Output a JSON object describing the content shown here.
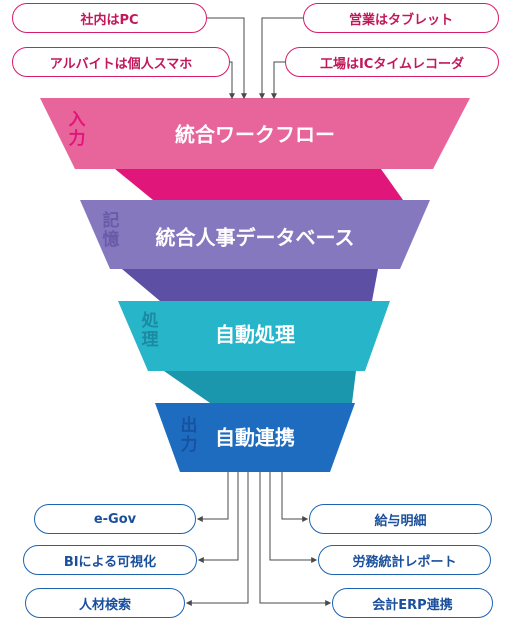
{
  "inputs": [
    "社内はPC",
    "営業はタブレット",
    "アルバイトは個人スマホ",
    "工場はICタイムレコーダ"
  ],
  "stages": [
    {
      "label": "統合ワークフロー",
      "side": "入力",
      "color": "#e8659c",
      "band": "#e0167a",
      "side_color": "#e0167a"
    },
    {
      "label": "統合人事データベース",
      "side": "記憶",
      "color": "#8678bf",
      "band": "#5c4fa4",
      "side_color": "#6a5aa8"
    },
    {
      "label": "自動処理",
      "side": "処理",
      "color": "#27b5c9",
      "band": "#1a97ad",
      "side_color": "#1c8aa2"
    },
    {
      "label": "自動連携",
      "side": "出力",
      "color": "#1d6cc0",
      "band": "#1d6cc0",
      "side_color": "#1752a0"
    }
  ],
  "outputs_left": [
    "e-Gov",
    "BIによる可視化",
    "人材検索"
  ],
  "outputs_right": [
    "給与明細",
    "労務統計レポート",
    "会計ERP連携"
  ],
  "colors": {
    "input_border": "#d81b6a",
    "output_border": "#1c63b2",
    "arrow": "#4a4a4a"
  }
}
